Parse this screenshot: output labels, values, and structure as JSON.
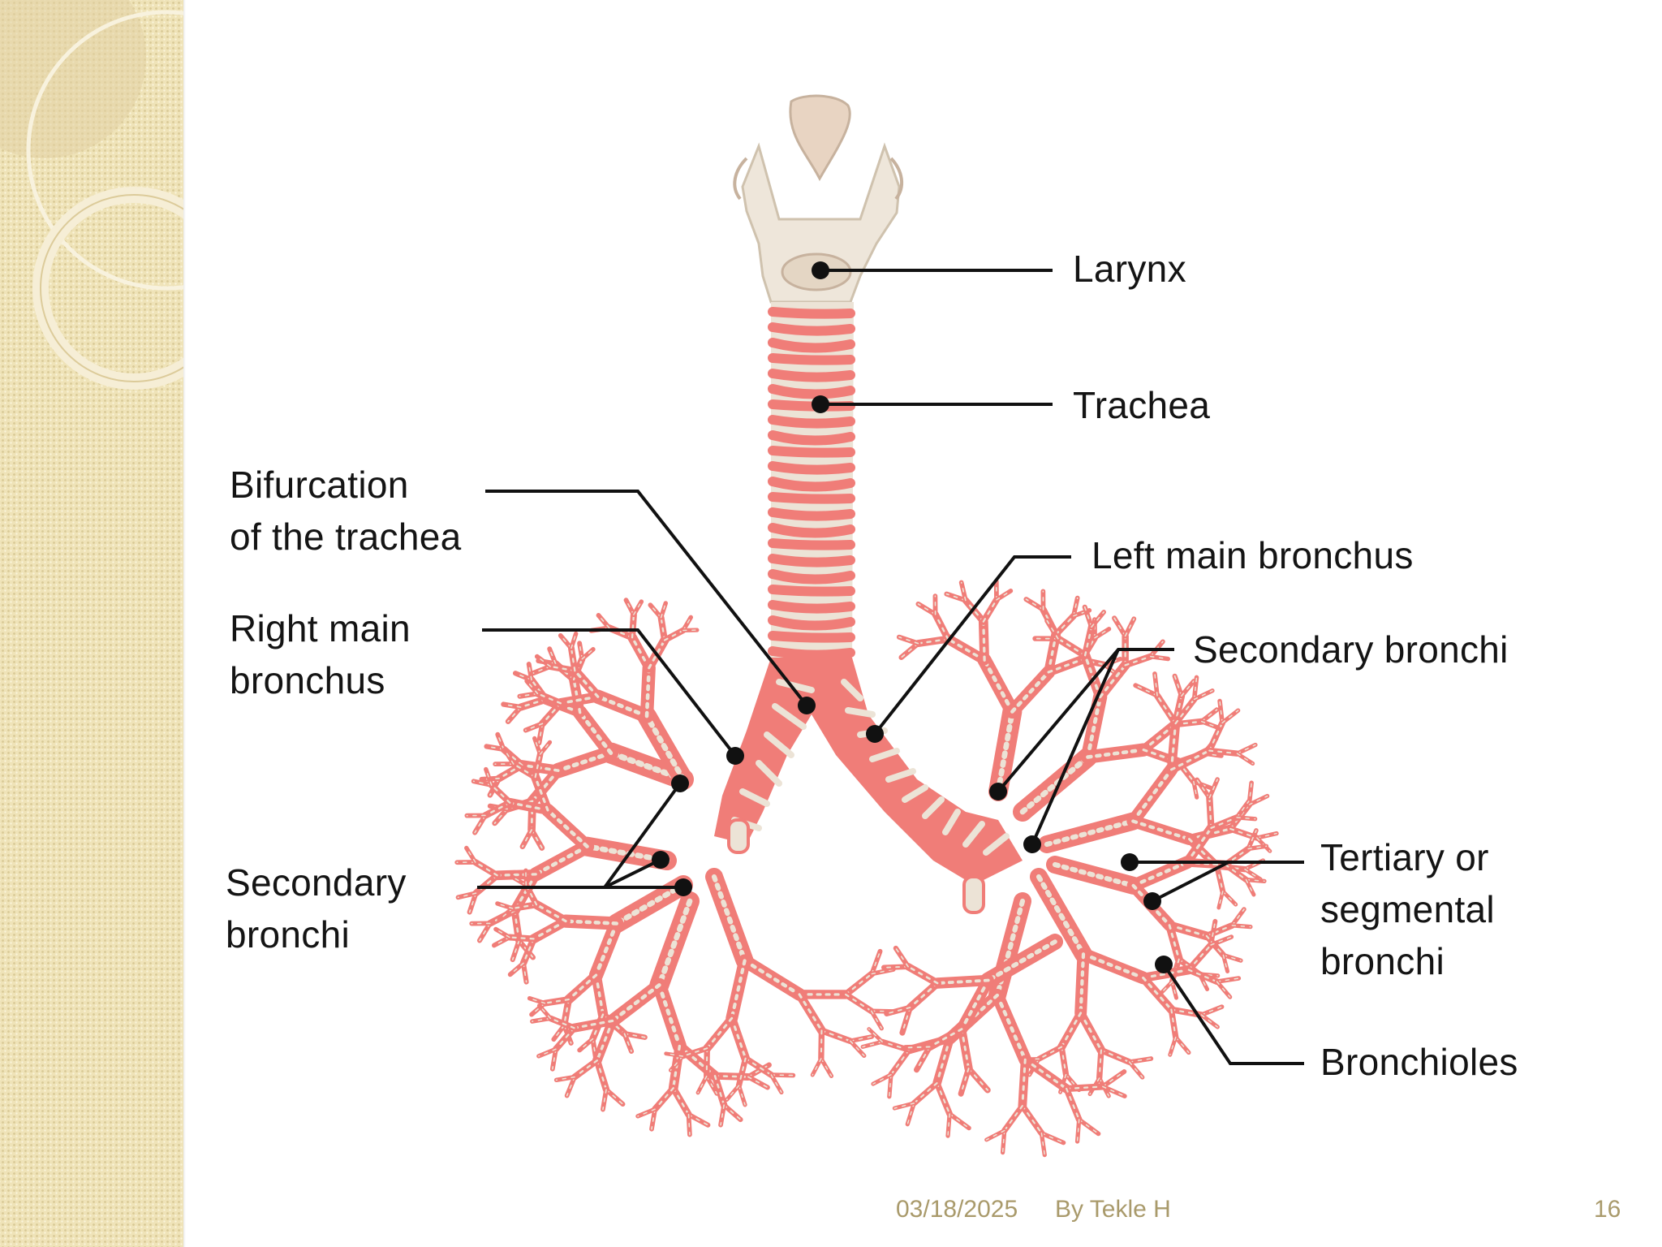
{
  "labels": {
    "larynx": "Larynx",
    "trachea": "Trachea",
    "bifurcation": [
      "Bifurcation",
      "of the trachea"
    ],
    "left_main_bronchus": "Left main bronchus",
    "secondary_bronchi_right": "Secondary bronchi",
    "right_main_bronchus": [
      "Right main",
      "bronchus"
    ],
    "secondary_bronchi_left": [
      "Secondary",
      "bronchi"
    ],
    "tertiary": [
      "Tertiary or",
      "segmental",
      "bronchi"
    ],
    "bronchioles": "Bronchioles"
  },
  "footer": {
    "date": "03/18/2025",
    "author": "By Tekle H",
    "page_number": "16"
  },
  "colors": {
    "tissue": "#ece3d6",
    "cartilage": "#f07d78",
    "larynx": "#eee6da",
    "leader_line": "#111111",
    "side_panel": "#efe3b8",
    "footer_text": "#a99a6b"
  }
}
